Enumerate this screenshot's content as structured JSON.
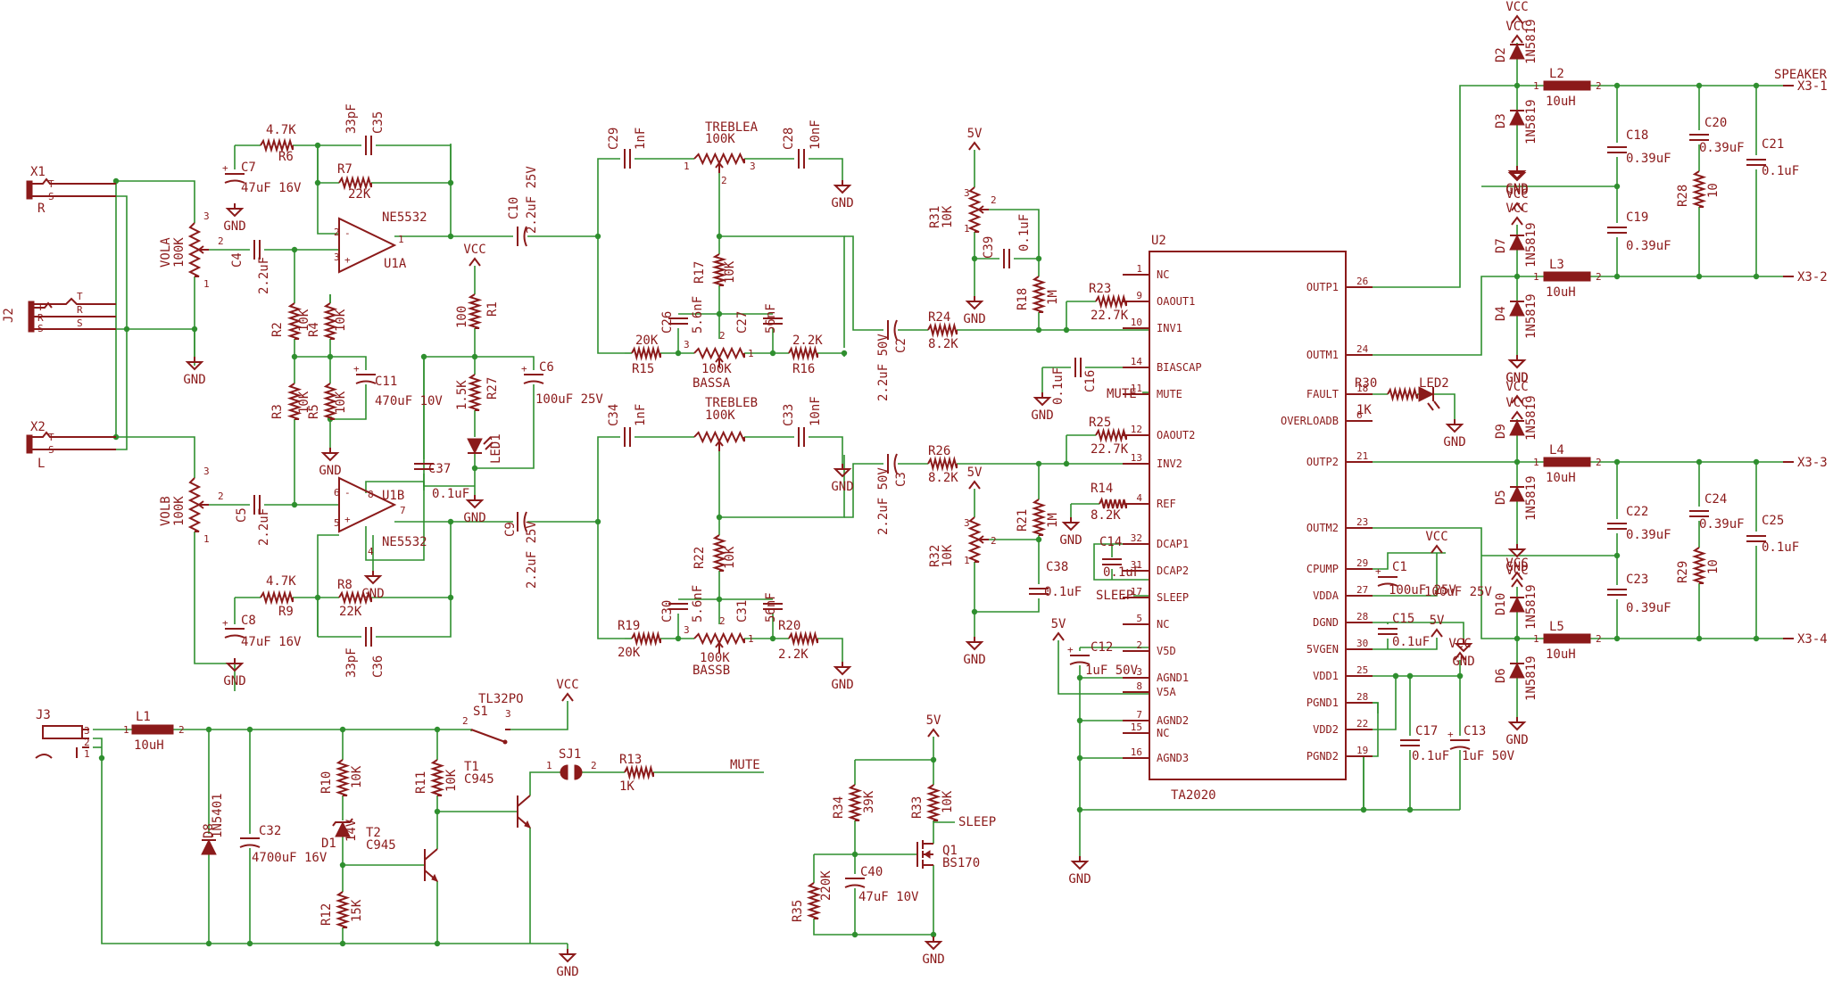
{
  "components": {
    "X1": {
      "ref": "X1",
      "pins": [
        "T",
        "S"
      ],
      "sub": "R"
    },
    "X2": {
      "ref": "X2",
      "pins": [
        "T",
        "S"
      ],
      "sub": "L"
    },
    "J2": {
      "ref": "J2",
      "pins": [
        "T",
        "R",
        "S",
        "T",
        "R",
        "S"
      ]
    },
    "J3": {
      "ref": "J3",
      "pins": [
        "3",
        "2",
        "1"
      ]
    },
    "VOLA": {
      "ref": "VOLA",
      "value": "100K",
      "pins": [
        "3",
        "2",
        "1"
      ]
    },
    "VOLB": {
      "ref": "VOLB",
      "value": "100K",
      "pins": [
        "3",
        "2",
        "1"
      ]
    },
    "C4": {
      "ref": "C4",
      "value": "2.2uF"
    },
    "C5": {
      "ref": "C5",
      "value": "2.2uF"
    },
    "C7": {
      "ref": "C7",
      "value": "47uF 16V"
    },
    "C8": {
      "ref": "C8",
      "value": "47uF 16V"
    },
    "R6": {
      "ref": "R6",
      "value": "4.7K"
    },
    "R9": {
      "ref": "R9",
      "value": "4.7K"
    },
    "C35": {
      "ref": "C35",
      "value": "33pF"
    },
    "C36": {
      "ref": "C36",
      "value": "33pF"
    },
    "R7": {
      "ref": "R7",
      "value": "22K"
    },
    "R8": {
      "ref": "R8",
      "value": "22K"
    },
    "U1A": {
      "ref": "U1A",
      "part": "NE5532",
      "pins": [
        "2",
        "3",
        "1"
      ]
    },
    "U1B": {
      "ref": "U1B",
      "part": "NE5532",
      "pins": [
        "6",
        "5",
        "7",
        "8",
        "4"
      ]
    },
    "R2": {
      "ref": "R2",
      "value": "10K"
    },
    "R3": {
      "ref": "R3",
      "value": "10K"
    },
    "R4": {
      "ref": "R4",
      "value": "10K"
    },
    "R5": {
      "ref": "R5",
      "value": "10K"
    },
    "C11": {
      "ref": "C11",
      "value": "470uF 10V"
    },
    "R1": {
      "ref": "R1",
      "value": "100"
    },
    "R27": {
      "ref": "R27",
      "value": "1.5K"
    },
    "LED1": {
      "ref": "LED1"
    },
    "C6": {
      "ref": "C6",
      "value": "100uF 25V"
    },
    "C37": {
      "ref": "C37",
      "value": "0.1uF"
    },
    "C10": {
      "ref": "C10",
      "value": "2.2uF 25V"
    },
    "C9": {
      "ref": "C9",
      "value": "2.2uF 25V"
    },
    "C29": {
      "ref": "C29",
      "value": "1nF"
    },
    "C34": {
      "ref": "C34",
      "value": "1nF"
    },
    "TREBLEA": {
      "ref": "TREBLEA",
      "value": "100K",
      "pins": [
        "1",
        "2",
        "3"
      ]
    },
    "TREBLEB": {
      "ref": "TREBLEB",
      "value": "100K"
    },
    "C28": {
      "ref": "C28",
      "value": "10nF"
    },
    "C33": {
      "ref": "C33",
      "value": "10nF"
    },
    "R17": {
      "ref": "R17",
      "value": "10K"
    },
    "R22": {
      "ref": "R22",
      "value": "10K"
    },
    "C26": {
      "ref": "C26",
      "value": "5.6nF"
    },
    "C27": {
      "ref": "C27",
      "value": "56nF"
    },
    "C30": {
      "ref": "C30",
      "value": "5.6nF"
    },
    "C31": {
      "ref": "C31",
      "value": "56nF"
    },
    "R15": {
      "ref": "R15",
      "value": "20K"
    },
    "R19": {
      "ref": "R19",
      "value": "20K"
    },
    "R16": {
      "ref": "R16",
      "value": "2.2K"
    },
    "R20": {
      "ref": "R20",
      "value": "2.2K"
    },
    "BASSA": {
      "ref": "BASSA",
      "value": "100K",
      "pins": [
        "3",
        "2",
        "1"
      ]
    },
    "BASSB": {
      "ref": "BASSB",
      "value": "100K",
      "pins": [
        "3",
        "2",
        "1"
      ]
    },
    "C2": {
      "ref": "C2",
      "value": "2.2uF 50V"
    },
    "C3": {
      "ref": "C3",
      "value": "2.2uF 50V"
    },
    "R24": {
      "ref": "R24",
      "value": "8.2K"
    },
    "R26": {
      "ref": "R26",
      "value": "8.2K"
    },
    "R31": {
      "ref": "R31",
      "value": "10K",
      "pins": [
        "3",
        "2",
        "1"
      ]
    },
    "R32": {
      "ref": "R32",
      "value": "10K",
      "pins": [
        "3",
        "2",
        "1"
      ]
    },
    "C39": {
      "ref": "C39",
      "value": "0.1uF"
    },
    "C38": {
      "ref": "C38",
      "value": "0.1uF"
    },
    "R18": {
      "ref": "R18",
      "value": "1M"
    },
    "R21": {
      "ref": "R21",
      "value": "1M"
    },
    "R23": {
      "ref": "R23",
      "value": "22.7K"
    },
    "R25": {
      "ref": "R25",
      "value": "22.7K"
    },
    "C16": {
      "ref": "C16",
      "value": "0.1uF"
    },
    "R14": {
      "ref": "R14",
      "value": "8.2K"
    },
    "C14": {
      "ref": "C14",
      "value": "0.1uF"
    },
    "C12": {
      "ref": "C12",
      "value": "1uF 50V"
    },
    "U2": {
      "ref": "U2",
      "part": "TA2020"
    },
    "R30": {
      "ref": "R30",
      "value": "1K"
    },
    "LED2": {
      "ref": "LED2"
    },
    "C1": {
      "ref": "C1",
      "value": "100uF 25V"
    },
    "C15": {
      "ref": "C15",
      "value": "0.1uF"
    },
    "C17": {
      "ref": "C17",
      "value": "0.1uF"
    },
    "C13": {
      "ref": "C13",
      "value": "1uF 50V"
    },
    "D2": {
      "ref": "D2",
      "value": "1N5819"
    },
    "D3": {
      "ref": "D3",
      "value": "1N5819"
    },
    "D7": {
      "ref": "D7",
      "value": "1N5819"
    },
    "D4": {
      "ref": "D4",
      "value": "1N5819"
    },
    "D9": {
      "ref": "D9",
      "value": "1N5819"
    },
    "D5": {
      "ref": "D5",
      "value": "1N5819"
    },
    "D10": {
      "ref": "D10",
      "value": "1N5819"
    },
    "D6": {
      "ref": "D6",
      "value": "1N5819"
    },
    "L2": {
      "ref": "L2",
      "value": "10uH",
      "pins": [
        "1",
        "2"
      ]
    },
    "L3": {
      "ref": "L3",
      "value": "10uH",
      "pins": [
        "1",
        "2"
      ]
    },
    "L4": {
      "ref": "L4",
      "value": "10uH",
      "pins": [
        "1",
        "2"
      ]
    },
    "L5": {
      "ref": "L5",
      "value": "10uH",
      "pins": [
        "1",
        "2"
      ]
    },
    "C18": {
      "ref": "C18",
      "value": "0.39uF"
    },
    "C19": {
      "ref": "C19",
      "value": "0.39uF"
    },
    "C20": {
      "ref": "C20",
      "value": "0.39uF"
    },
    "C21": {
      "ref": "C21",
      "value": "0.1uF"
    },
    "C22": {
      "ref": "C22",
      "value": "0.39uF"
    },
    "C23": {
      "ref": "C23",
      "value": "0.39uF"
    },
    "C24": {
      "ref": "C24",
      "value": "0.39uF"
    },
    "C25": {
      "ref": "C25",
      "value": "0.1uF"
    },
    "R28": {
      "ref": "R28",
      "value": "10"
    },
    "R29": {
      "ref": "R29",
      "value": "10"
    },
    "L1": {
      "ref": "L1",
      "value": "10uH",
      "pins": [
        "1",
        "2"
      ]
    },
    "D8": {
      "ref": "D8",
      "value": "1N5401"
    },
    "C32": {
      "ref": "C32",
      "value": "4700uF 16V"
    },
    "R10": {
      "ref": "R10",
      "value": "10K"
    },
    "D1": {
      "ref": "D1",
      "value": "14V"
    },
    "R12": {
      "ref": "R12",
      "value": "15K"
    },
    "T2": {
      "ref": "T2",
      "value": "C945"
    },
    "R11": {
      "ref": "R11",
      "value": "10K"
    },
    "T1": {
      "ref": "T1",
      "value": "C945"
    },
    "S1": {
      "ref": "S1",
      "value": "TL32PO",
      "pins": [
        "2",
        "3"
      ]
    },
    "SJ1": {
      "ref": "SJ1",
      "pins": [
        "1",
        "2"
      ]
    },
    "R13": {
      "ref": "R13",
      "value": "1K"
    },
    "R34": {
      "ref": "R34",
      "value": "39K"
    },
    "R33": {
      "ref": "R33",
      "value": "10K"
    },
    "R35": {
      "ref": "R35",
      "value": "220K"
    },
    "C40": {
      "ref": "C40",
      "value": "47uF 10V"
    },
    "Q1": {
      "ref": "Q1",
      "value": "BS170"
    }
  },
  "nets": {
    "vcc": "VCC",
    "gnd": "GND",
    "v5": "5V",
    "mute": "MUTE",
    "sleep": "SLEEP",
    "speaker": "SPEAKER",
    "x3_1": "X3-1",
    "x3_2": "X3-2",
    "x3_3": "X3-3",
    "x3_4": "X3-4"
  },
  "ta2020": {
    "left": [
      {
        "name": "NC",
        "num": "1"
      },
      {
        "name": "OAOUT1",
        "num": "9"
      },
      {
        "name": "INV1",
        "num": "10"
      },
      {
        "name": "BIASCAP",
        "num": "14"
      },
      {
        "name": "MUTE",
        "num": "11"
      },
      {
        "name": "OAOUT2",
        "num": "12"
      },
      {
        "name": "INV2",
        "num": "13"
      },
      {
        "name": "REF",
        "num": "4"
      },
      {
        "name": "DCAP1",
        "num": "32"
      },
      {
        "name": "DCAP2",
        "num": "31"
      },
      {
        "name": "SLEEP",
        "num": "17"
      },
      {
        "name": "NC",
        "num": "5"
      },
      {
        "name": "V5D",
        "num": "2"
      },
      {
        "name": "AGND1",
        "num": "3"
      },
      {
        "name": "V5A",
        "num": "8"
      },
      {
        "name": "AGND2",
        "num": "7"
      },
      {
        "name": "NC",
        "num": "15"
      },
      {
        "name": "AGND3",
        "num": "16"
      }
    ],
    "right": [
      {
        "name": "OUTP1",
        "num": "26"
      },
      {
        "name": "OUTM1",
        "num": "24"
      },
      {
        "name": "FAULT",
        "num": "18"
      },
      {
        "name": "OVERLOADB",
        "num": "6"
      },
      {
        "name": "OUTP2",
        "num": "21"
      },
      {
        "name": "OUTM2",
        "num": "23"
      },
      {
        "name": "CPUMP",
        "num": "29"
      },
      {
        "name": "VDDA",
        "num": "27"
      },
      {
        "name": "DGND",
        "num": "28"
      },
      {
        "name": "5VGEN",
        "num": "30"
      },
      {
        "name": "VDD1",
        "num": "25"
      },
      {
        "name": "PGND1",
        "num": "28"
      },
      {
        "name": "VDD2",
        "num": "22"
      },
      {
        "name": "PGND2",
        "num": "19"
      }
    ]
  },
  "colors": {
    "wire": "#2f8f2f",
    "component": "#8b1a1a",
    "background": "#ffffff"
  }
}
